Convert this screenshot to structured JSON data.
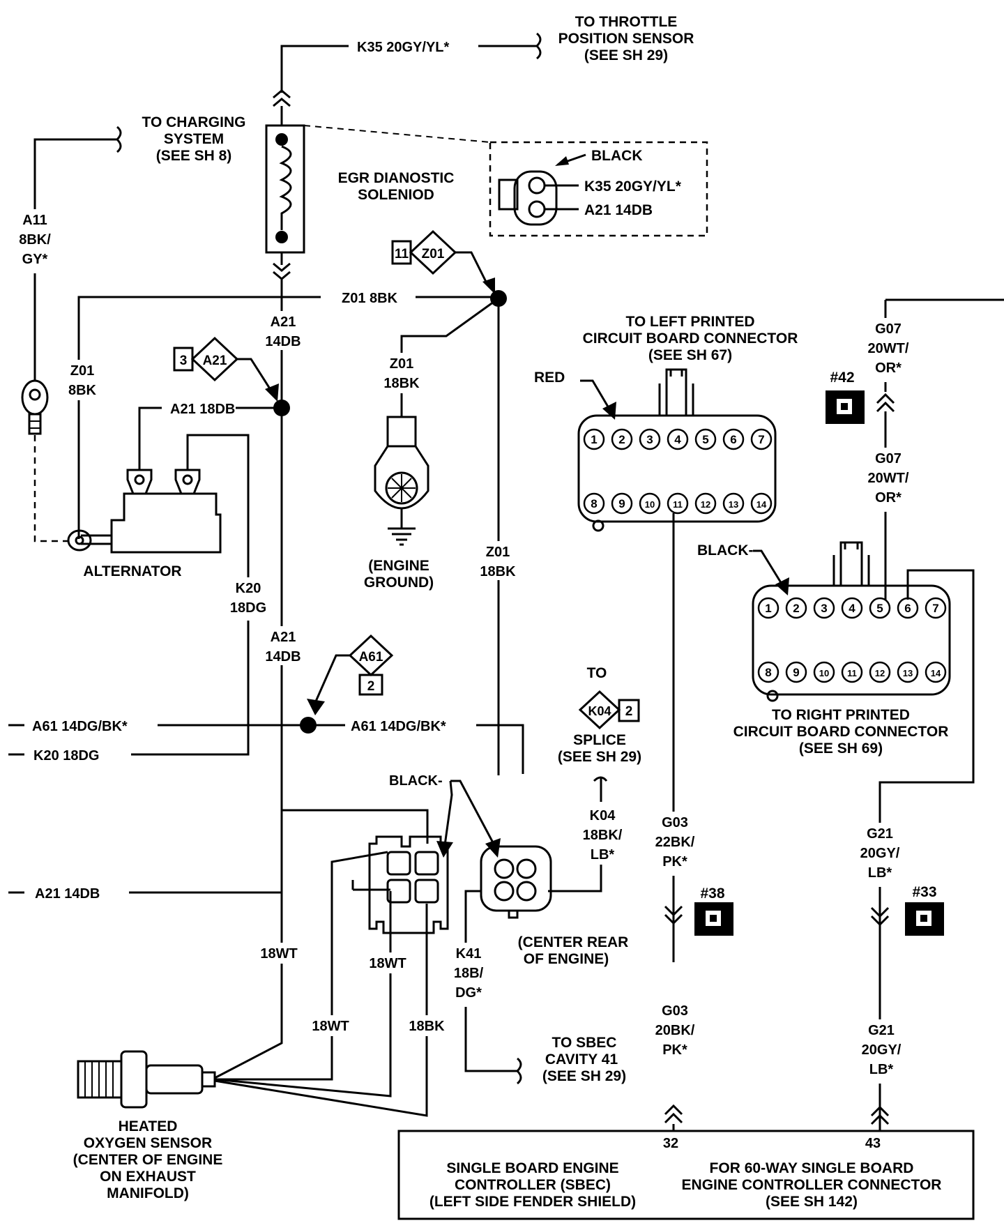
{
  "throttle": {
    "wire": "K35 20GY/YL*",
    "dest": [
      "TO THROTTLE",
      "POSITION SENSOR",
      "(SEE SH 29)"
    ]
  },
  "charging": {
    "dest": [
      "TO CHARGING",
      "SYSTEM",
      "(SEE SH 8)"
    ],
    "wire": [
      "A11",
      "8BK/",
      "GY*"
    ]
  },
  "egr": {
    "label": [
      "EGR DIANOSTIC",
      "SOLENIOD"
    ],
    "connector_color": "BLACK",
    "pins": [
      "K35 20GY/YL*",
      "A21 14DB"
    ]
  },
  "splice_z01": {
    "num": "11",
    "id": "Z01"
  },
  "splice_a21": {
    "num": "3",
    "id": "A21"
  },
  "splice_a61": {
    "id": "A61",
    "num": "2"
  },
  "splice_k04": {
    "to": "TO",
    "id": "K04",
    "num": "2",
    "dest": [
      "SPLICE",
      "(SEE SH 29)"
    ]
  },
  "wires": {
    "z01_8bk_top": "Z01 8BK",
    "a21_14db_upper": [
      "A21",
      "14DB"
    ],
    "z01_8bk_left": [
      "Z01",
      "8BK"
    ],
    "a21_18db": "A21 18DB",
    "z01_18bk_ground": [
      "Z01",
      "18BK"
    ],
    "z01_18bk_long": [
      "Z01",
      "18BK"
    ],
    "k20_18dg": [
      "K20",
      "18DG"
    ],
    "a21_14db_lower": [
      "A21",
      "14DB"
    ],
    "a61_left": "A61 14DG/BK*",
    "a61_right": "A61 14DG/BK*",
    "k20_left": "K20 18DG",
    "a21_left": "A21 14DB",
    "k04": [
      "K04",
      "18BK/",
      "LB*"
    ],
    "k41": [
      "K41",
      "18B/",
      "DG*"
    ],
    "g03_upper": [
      "G03",
      "22BK/",
      "PK*"
    ],
    "g03_lower": [
      "G03",
      "20BK/",
      "PK*"
    ],
    "g21_upper": [
      "G21",
      "20GY/",
      "LB*"
    ],
    "g21_lower": [
      "G21",
      "20GY/",
      "LB*"
    ],
    "g07_upper": [
      "G07",
      "20WT/",
      "OR*"
    ],
    "g07_lower": [
      "G07",
      "20WT/",
      "OR*"
    ],
    "wt1": "18WT",
    "wt2": "18WT",
    "wt3": "18WT",
    "bk": "18BK"
  },
  "ground": [
    "(ENGINE",
    "GROUND)"
  ],
  "alternator": "ALTERNATOR",
  "left_board": {
    "dest": [
      "TO LEFT PRINTED",
      "CIRCUIT BOARD CONNECTOR",
      "(SEE SH 67)"
    ],
    "color": "RED",
    "pins": [
      "1",
      "2",
      "3",
      "4",
      "5",
      "6",
      "7",
      "8",
      "9",
      "10",
      "11",
      "12",
      "13",
      "14"
    ]
  },
  "right_board": {
    "dest": [
      "TO RIGHT PRINTED",
      "CIRCUIT BOARD CONNECTOR",
      "(SEE SH 69)"
    ],
    "color": "BLACK-",
    "pins": [
      "1",
      "2",
      "3",
      "4",
      "5",
      "6",
      "7",
      "8",
      "9",
      "10",
      "11",
      "12",
      "13",
      "14"
    ]
  },
  "o2_connectors": {
    "black": "BLACK-",
    "location": [
      "(CENTER REAR",
      "OF ENGINE)"
    ]
  },
  "sbec_cavity": [
    "TO SBEC",
    "CAVITY 41",
    "(SEE SH 29)"
  ],
  "sensor": [
    "HEATED",
    "OXYGEN SENSOR",
    "(CENTER OF ENGINE",
    "ON EXHAUST",
    "MANIFOLD)"
  ],
  "grounds": {
    "g42": "#42",
    "g38": "#38",
    "g33": "#33"
  },
  "controller": {
    "left": [
      "SINGLE BOARD ENGINE",
      "CONTROLLER (SBEC)",
      "(LEFT SIDE FENDER SHIELD)"
    ],
    "right": [
      "FOR 60-WAY SINGLE BOARD",
      "ENGINE CONTROLLER CONNECTOR",
      "(SEE SH 142)"
    ],
    "cav32": "32",
    "cav43": "43"
  }
}
